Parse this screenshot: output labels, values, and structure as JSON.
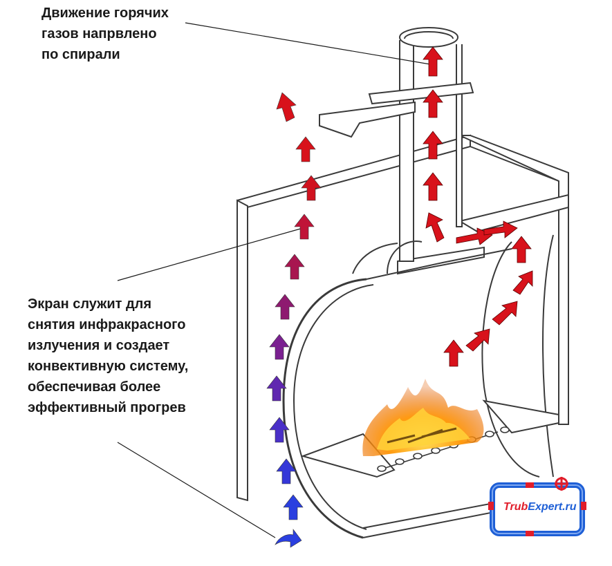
{
  "labels": {
    "hot_gases": "Движение горячих\nгазов напрвлено\nпо спирали",
    "screen": "Экран служит для\nснятия инфракрасного\nизлучения и создает\nконвективную систему,\nобеспечивая более\nэффективный прогрев"
  },
  "logo": {
    "part1": "Trub",
    "part2": "Expert.ru"
  },
  "colors": {
    "outline": "#3a3a3a",
    "hot_arrow": "#d8121b",
    "cold_arrow": "#2a3fe0",
    "logo_red": "#e11d2a",
    "logo_blue": "#1e5fd6",
    "flame_orange": "#ff8a00",
    "flame_yellow": "#ffd23a"
  }
}
